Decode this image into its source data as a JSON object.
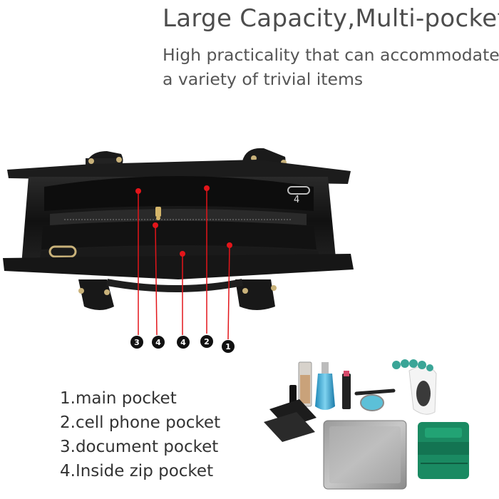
{
  "header": {
    "title": "Large Capacity,Multi-pocket",
    "subtitle_line1": "High practicality that can accommodate",
    "subtitle_line2": "a variety of trivial items"
  },
  "callouts": [
    {
      "number": "3"
    },
    {
      "number": "4"
    },
    {
      "number": "4"
    },
    {
      "number": "2"
    },
    {
      "number": "1"
    }
  ],
  "bag_label": "4",
  "legend": [
    "1.main  pocket",
    "2.cell phone  pocket",
    "3.document  pocket",
    "4.Inside zip  pocket"
  ],
  "colors": {
    "marker": "#e3151a",
    "bag": "#151515",
    "badge": "#111111",
    "text": "#4d4d4d"
  },
  "icons": [
    "handbag-photo",
    "cosmetics-photo",
    "tablet-photo",
    "wallet-photo"
  ]
}
